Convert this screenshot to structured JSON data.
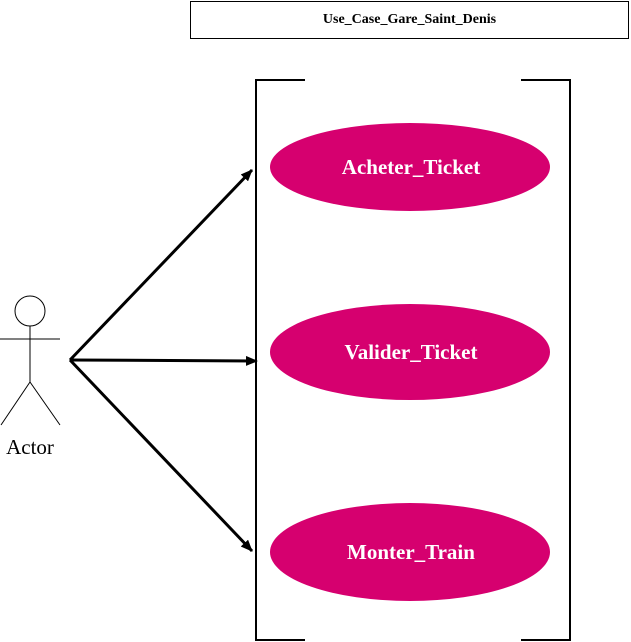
{
  "diagram": {
    "title": "Use_Case_Gare_Saint_Denis",
    "actor": {
      "label": "Actor"
    },
    "use_cases": [
      {
        "label": "Acheter_Ticket"
      },
      {
        "label": "Valider_Ticket"
      },
      {
        "label": "Monter_Train"
      }
    ],
    "colors": {
      "use_case_fill": "#d6006f",
      "use_case_text": "#ffffff",
      "line": "#000000",
      "background": "#ffffff"
    }
  }
}
